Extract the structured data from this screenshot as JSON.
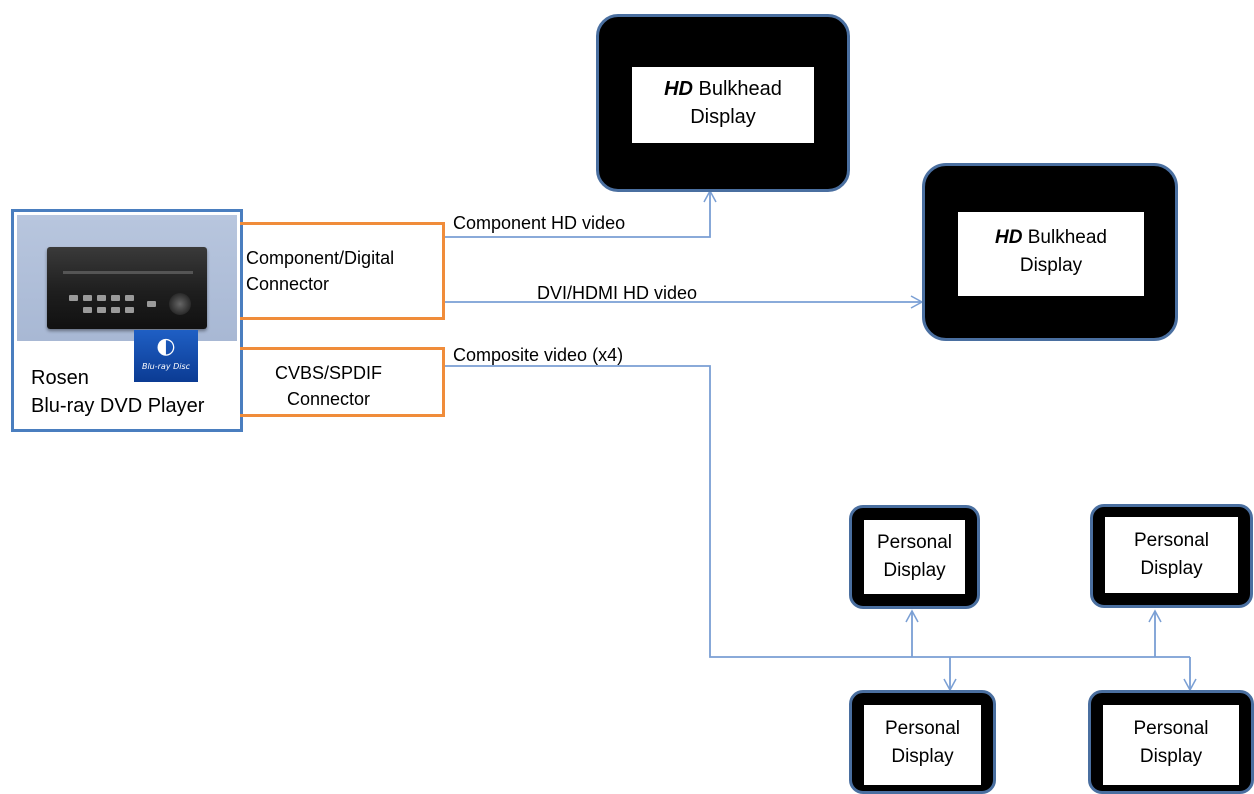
{
  "player": {
    "name_line1": "Rosen",
    "name_line2": "Blu-ray DVD Player",
    "logo_text": "Blu-ray Disc"
  },
  "connectors": {
    "component": {
      "line1": "Component/Digital",
      "line2": "Connector"
    },
    "cvbs": {
      "line1": "CVBS/SPDIF",
      "line2": "Connector"
    }
  },
  "links": {
    "component_hd": "Component HD video",
    "dvi_hdmi": "DVI/HDMI HD video",
    "composite": "Composite video (x4)"
  },
  "bulkhead_displays": [
    {
      "hd": "HD",
      "line1_rest": " Bulkhead",
      "line2": "Display"
    },
    {
      "hd": "HD",
      "line1_rest": " Bulkhead",
      "line2": "Display"
    }
  ],
  "personal_displays": [
    {
      "line1": "Personal",
      "line2": "Display"
    },
    {
      "line1": "Personal",
      "line2": "Display"
    },
    {
      "line1": "Personal",
      "line2": "Display"
    },
    {
      "line1": "Personal",
      "line2": "Display"
    }
  ],
  "colors": {
    "wire": "#7a9fd4",
    "connector": "#f08c3a",
    "player_border": "#4a7ebf",
    "display_border": "#4a6fa0"
  }
}
